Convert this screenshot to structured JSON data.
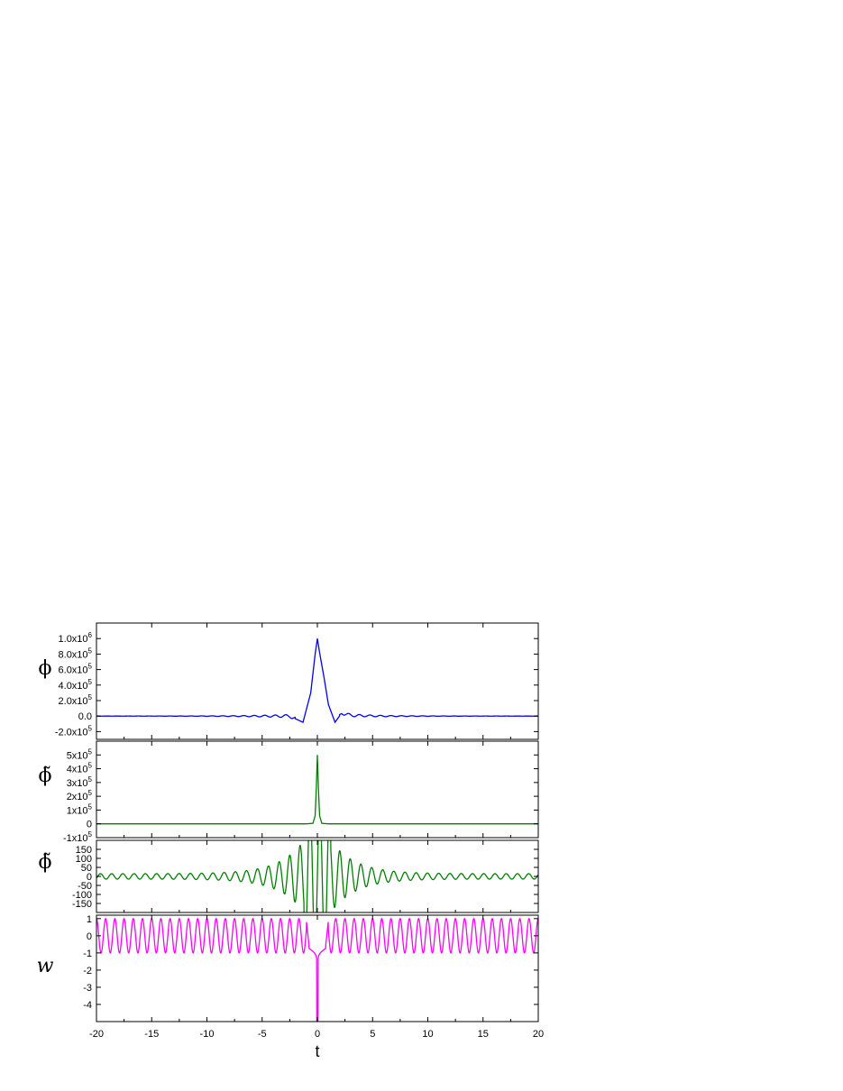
{
  "figure": {
    "xlabel": "t",
    "xlim": [
      -20,
      20
    ],
    "xticks": [
      "-20",
      "-15",
      "-10",
      "-5",
      "0",
      "5",
      "10",
      "15",
      "20"
    ]
  },
  "chart_data": [
    {
      "type": "line",
      "ylabel": "ϕ",
      "ylim": [
        -300000.0,
        1200000.0
      ],
      "yticks": [
        {
          "value": 1000000.0,
          "mant": "1.0x10",
          "exp": "6"
        },
        {
          "value": 800000.0,
          "mant": "8.0x10",
          "exp": "5"
        },
        {
          "value": 600000.0,
          "mant": "6.0x10",
          "exp": "5"
        },
        {
          "value": 400000.0,
          "mant": "4.0x10",
          "exp": "5"
        },
        {
          "value": 200000.0,
          "mant": "2.0x10",
          "exp": "5"
        },
        {
          "value": 0,
          "mant": "0.0",
          "exp": ""
        },
        {
          "value": -200000.0,
          "mant": "-2.0x10",
          "exp": "5"
        }
      ],
      "color": "#0000ee",
      "series": [
        {
          "x": [
            -20,
            -14,
            -10,
            -7,
            -5,
            -3.5,
            -2.5,
            -1.3,
            -0.6,
            -0.2,
            0,
            0.2,
            0.6,
            1.0,
            1.6,
            2.2,
            3,
            4,
            6,
            9,
            13,
            20
          ],
          "y": [
            0,
            0,
            0,
            0,
            0,
            0,
            0,
            -80000,
            300000,
            800000,
            1000000,
            820000,
            500000,
            150000,
            -80000,
            40000,
            10000,
            5000,
            0,
            0,
            0,
            0
          ]
        }
      ]
    },
    {
      "type": "line",
      "ylabel": "ϕ̃",
      "ylim": [
        -100000.0,
        600000.0
      ],
      "yticks": [
        {
          "value": 500000.0,
          "mant": "5x10",
          "exp": "5"
        },
        {
          "value": 400000.0,
          "mant": "4x10",
          "exp": "5"
        },
        {
          "value": 300000.0,
          "mant": "3x10",
          "exp": "5"
        },
        {
          "value": 200000.0,
          "mant": "2x10",
          "exp": "5"
        },
        {
          "value": 100000.0,
          "mant": "1x10",
          "exp": "5"
        },
        {
          "value": 0,
          "mant": "0",
          "exp": ""
        },
        {
          "value": -100000.0,
          "mant": "-1x10",
          "exp": "5"
        }
      ],
      "color": "#008000",
      "series": [
        {
          "x": [
            -20,
            -1,
            -0.4,
            -0.2,
            -0.1,
            0,
            0.1,
            0.2,
            0.4,
            1,
            20
          ],
          "y": [
            0,
            0,
            4000,
            60000,
            250000,
            500000,
            250000,
            60000,
            4000,
            0,
            0
          ]
        }
      ]
    },
    {
      "type": "line",
      "ylabel": "ϕ̃",
      "ylim": [
        -200,
        200
      ],
      "yticks": [
        {
          "value": 150,
          "mant": "150",
          "exp": ""
        },
        {
          "value": 100,
          "mant": "100",
          "exp": ""
        },
        {
          "value": 50,
          "mant": "50",
          "exp": ""
        },
        {
          "value": 0,
          "mant": "0",
          "exp": ""
        },
        {
          "value": -50,
          "mant": "-50",
          "exp": ""
        },
        {
          "value": -100,
          "mant": "-100",
          "exp": ""
        },
        {
          "value": -150,
          "mant": "-150",
          "exp": ""
        }
      ],
      "color": "#008000",
      "series": [
        {
          "name": "",
          "amplitude_far": 15,
          "amplitude_near": 200,
          "cycles_per_unit": 1.0
        }
      ]
    },
    {
      "type": "line",
      "ylabel": "w",
      "ylim": [
        -5,
        1.2
      ],
      "yticks": [
        {
          "value": 1,
          "mant": "1",
          "exp": ""
        },
        {
          "value": 0,
          "mant": "0",
          "exp": ""
        },
        {
          "value": -1,
          "mant": "-1",
          "exp": ""
        },
        {
          "value": -2,
          "mant": "-2",
          "exp": ""
        },
        {
          "value": -3,
          "mant": "-3",
          "exp": ""
        },
        {
          "value": -4,
          "mant": "-4",
          "exp": ""
        }
      ],
      "color": "#ff00ff",
      "series": [
        {
          "name": "",
          "oscillation_min": -1,
          "oscillation_max": 1,
          "cycles_per_unit": 1.2,
          "dip_min": -5
        }
      ]
    }
  ]
}
